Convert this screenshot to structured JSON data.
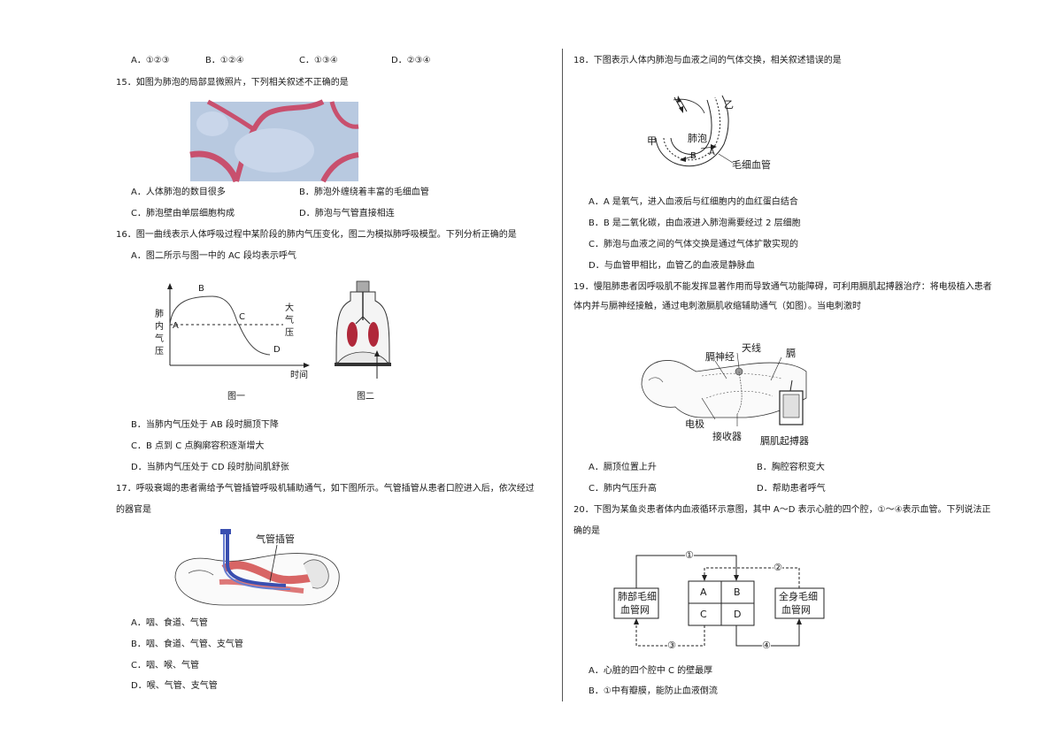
{
  "q14": {
    "options": [
      "A．①②③",
      "B．①②④",
      "C．①③④",
      "D．②③④"
    ]
  },
  "q15": {
    "stem": "15．如图为肺泡的局部显微照片，下列相关叙述不正确的是",
    "options": [
      "A．人体肺泡的数目很多",
      "B．肺泡外缠绕着丰富的毛细血管",
      "C．肺泡壁由单层细胞构成",
      "D．肺泡与气管直接相连"
    ]
  },
  "q16": {
    "stem": "16．图一曲线表示人体呼吸过程中某阶段的肺内气压变化，图二为模拟肺呼吸模型。下列分析正确的是",
    "options": [
      "A．图二所示与图一中的 AC 段均表示呼气",
      "B．当肺内气压处于 AB 段时膈顶下降",
      "C．B 点到 C 点胸廓容积逐渐增大",
      "D．当肺内气压处于 CD 段时肋间肌舒张"
    ],
    "fig1": {
      "ylabel": "肺内气压",
      "xlabel": "时间",
      "ref_label": "大气压",
      "points": [
        "A",
        "B",
        "C",
        "D"
      ],
      "caption": "图一"
    },
    "fig2": {
      "caption": "图二"
    }
  },
  "q17": {
    "stem_line1": "17．呼吸衰竭的患者需给予气管插管呼吸机辅助通气，如下图所示。气管插管从患者口腔进入后，依次经过",
    "stem_line2": "的器官是",
    "fig_label": "气管插管",
    "options": [
      "A．咽、食道、气管",
      "B．咽、食道、气管、支气管",
      "C．咽、喉、气管",
      "D．喉、气管、支气管"
    ]
  },
  "q18": {
    "stem": "18．下图表示人体内肺泡与血液之间的气体交换，相关叙述错误的是",
    "fig_labels": {
      "jia": "甲",
      "yi": "乙",
      "alveolus": "肺泡",
      "a": "A",
      "b": "B",
      "capillary": "毛细血管"
    },
    "options": [
      "A．A 是氧气，进入血液后与红细胞内的血红蛋白结合",
      "B．B 是二氧化碳，由血液进入肺泡需要经过 2 层细胞",
      "C．肺泡与血液之间的气体交换是通过气体扩散实现的",
      "D．与血管甲相比，血管乙的血液是静脉血"
    ]
  },
  "q19": {
    "stem_line1": "19．慢阻肺患者因呼吸肌不能发挥显著作用而导致通气功能障碍，可利用膈肌起搏器治疗：将电极植入患者",
    "stem_line2": "体内并与膈神经接触，通过电刺激膈肌收缩辅助通气（如图）。当电刺激时",
    "fig_labels": {
      "antenna": "天线",
      "nerve": "膈神经",
      "diaphragm": "膈",
      "electrode": "电极",
      "receiver": "接收器",
      "pacer": "膈肌起搏器"
    },
    "options": [
      "A．膈顶位置上升",
      "B．胸腔容积变大",
      "C．肺内气压升高",
      "D．帮助患者呼气"
    ]
  },
  "q20": {
    "stem_line1": "20．下图为某鱼炎患者体内血液循环示意图，其中 A～D 表示心脏的四个腔，①～④表示血管。下列说法正",
    "stem_line2": "确的是",
    "fig_labels": {
      "lung_l1": "肺部毛细",
      "lung_l2": "血管网",
      "body_l1": "全身毛细",
      "body_l2": "血管网",
      "a": "A",
      "b": "B",
      "c": "C",
      "d": "D",
      "v1": "①",
      "v2": "②",
      "v3": "③",
      "v4": "④"
    },
    "options": [
      "A．心脏的四个腔中 C 的壁最厚",
      "B．①中有瓣膜，能防止血液倒流"
    ]
  },
  "colors": {
    "tissue_bg": "#b8c9e0",
    "tissue_wall": "#c8506e",
    "lung_red": "#b0283a",
    "trachea_red": "#d04040",
    "tube_blue": "#3a4fb0"
  }
}
